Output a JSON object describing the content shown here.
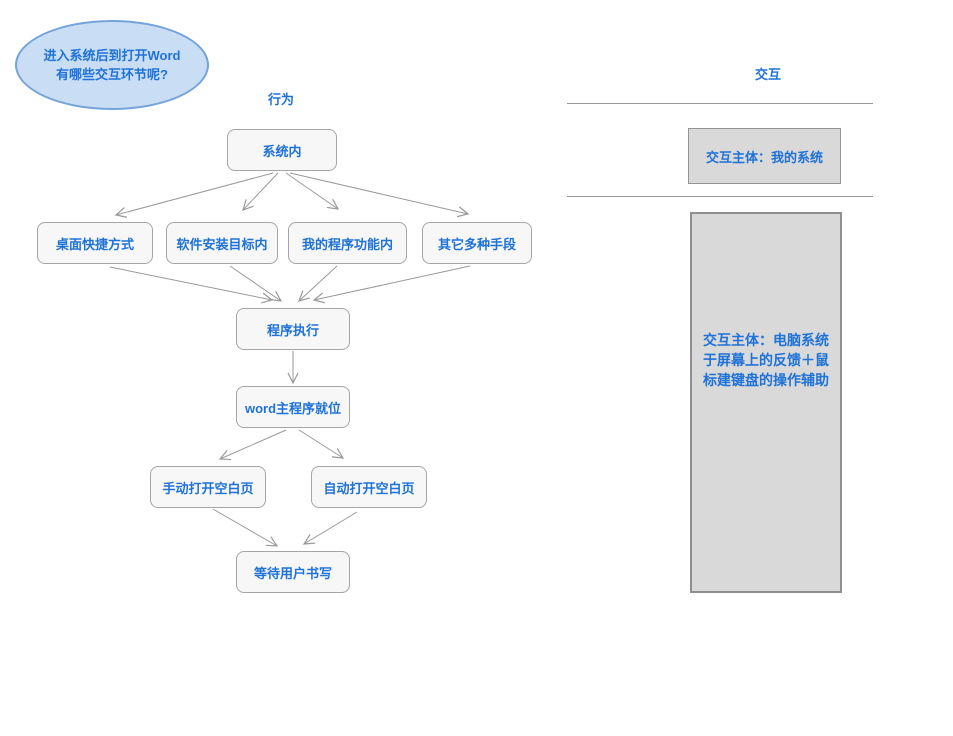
{
  "colors": {
    "text_blue": "#1f72d8",
    "bubble_fill": "#c9def5",
    "bubble_border": "#74a4d8",
    "node_fill": "#f7f7f7",
    "node_border": "#a5a5a5",
    "arrow_gray": "#999999",
    "panel_fill": "#d9d9d9",
    "panel_border": "#8f8f8f"
  },
  "bubble": {
    "lines": [
      "进入系统后到打开Word",
      "有哪些交互环节呢?"
    ]
  },
  "labels": {
    "behavior": "行为",
    "interaction": "交互"
  },
  "flow": {
    "system": "系统内",
    "desktop_shortcut": "桌面快捷方式",
    "install_target": "软件安装目标内",
    "program_function": "我的程序功能内",
    "other_means": "其它多种手段",
    "program_exec": "程序执行",
    "word_ready": "word主程序就位",
    "manual_blank": "手动打开空白页",
    "auto_blank": "自动打开空白页",
    "wait_user": "等待用户书写"
  },
  "interaction_panel": {
    "subject_my_system": "交互主体：我的系统",
    "subject_computer_lines": [
      "交互主体：电脑系统",
      "于屏幕上的反馈＋鼠",
      "标建键盘的操作辅助"
    ]
  }
}
